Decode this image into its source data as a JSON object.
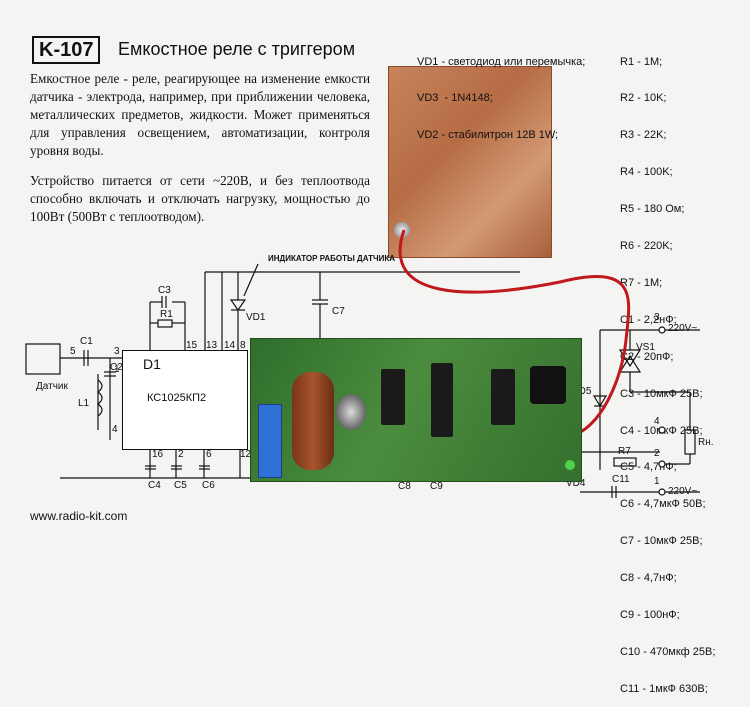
{
  "header": {
    "code": "K-107",
    "title": "Емкостное реле с триггером"
  },
  "description": {
    "para1": "Емкостное реле - реле, реагирующее на изменение емкости датчика - электрода, например, при приближении человека, металлических предметов, жидкости. Может применяться для управления освещением, автоматизации, контроля уровня воды.",
    "para2": "Устройство питается от сети ~220В, и без теплоотвода способно включать и отключать нагрузку, мощностью до 100Вт (500Вт с теплоотводом)."
  },
  "parts_diodes": [
    "VD1 - светодиод или перемычка;",
    "VD3  - 1N4148;",
    "VD2 - стабилитрон 12В 1W;"
  ],
  "parts_rc": [
    "R1 - 1M;",
    "R2 - 10K;",
    "R3 - 22K;",
    "R4 - 100K;",
    "R5 - 180 Ом;",
    "R6 - 220K;",
    "R7 - 1M;",
    "C1 - 2,2нФ;",
    "C2 - 20пФ;",
    "C3 - 10мкФ 25В;",
    "C4 - 10мкФ 25В;",
    "C5 - 4,7нФ;",
    "C6 - 4,7мкФ 50В;",
    "C7 - 10мкФ 25В;",
    "C8 - 4,7нФ;",
    "C9 - 100нФ;",
    "C10 - 470мкф 25В;",
    "C11 - 1мкФ 630В;"
  ],
  "schematic": {
    "indicator_label": "ИНДИКАТОР РАБОТЫ ДАТЧИКА",
    "sensor_label": "Датчик",
    "chip_name": "D1",
    "chip_part": "КС1025КП2",
    "labels": {
      "c1": "C1",
      "c2": "C2",
      "c3": "C3",
      "r1": "R1",
      "l1": "L1",
      "vd1": "VD1",
      "c7": "C7",
      "c4": "C4",
      "c5": "C5",
      "c6": "C6",
      "vs1": "VS1",
      "vd5": "VD5",
      "r7": "R7",
      "rn": "Rн.",
      "c11": "C11",
      "vd4": "VD4",
      "c8": "C8",
      "c9": "C9",
      "v220_top": "220V~",
      "v220_bot": "220V~",
      "pin5": "5",
      "pin3": "3",
      "pin1": "1",
      "pin15": "15",
      "pin13": "13",
      "pin14": "14",
      "pin8": "8",
      "pin16": "16",
      "pin2": "2",
      "pin6": "6",
      "pin4": "4",
      "pin12": "12",
      "pin14b": "14",
      "t3": "3",
      "t4": "4",
      "t2": "2",
      "t1": "1"
    }
  },
  "footer": {
    "website": "www.radio-kit.com"
  }
}
